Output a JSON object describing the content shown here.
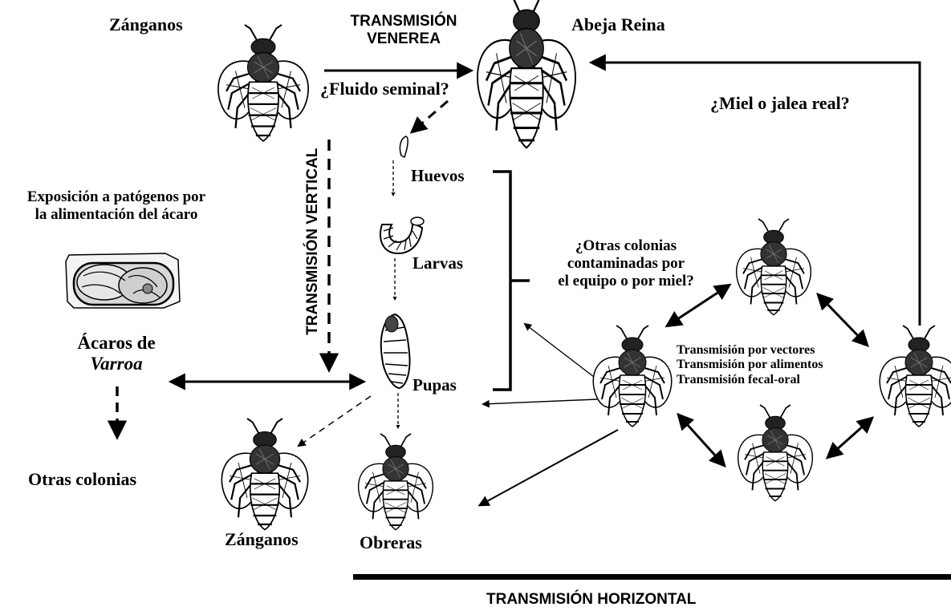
{
  "labels": {
    "drones_top": "Zánganos",
    "transmission_venereal_l1": "TRANSMISIÓN",
    "transmission_venereal_l2": "VENEREA",
    "queen": "Abeja Reina",
    "seminal_fluid": "¿Fluido seminal?",
    "honey_royal_jelly": "¿Miel o jalea real?",
    "vertical_transmission": "TRANSMISIÓN VERTICAL",
    "eggs": "Huevos",
    "larvae": "Larvas",
    "pupae": "Pupas",
    "mite_exposure_l1": "Exposición a patógenos por",
    "mite_exposure_l2": "la alimentación del ácaro",
    "varroa_l1": "Ácaros de",
    "varroa_l2": "Varroa",
    "other_colonies": "Otras colonias",
    "other_colonies_question_l1": "¿Otras colonias",
    "other_colonies_question_l2": "contaminadas  por",
    "other_colonies_question_l3": "el equipo o por miel?",
    "route_vectors": "Transmisión  por vectores",
    "route_food": "Transmisión  por alimentos",
    "route_fecal_oral": "Transmisión  fecal-oral",
    "drones_bottom": "Zánganos",
    "workers": "Obreras",
    "horizontal_transmission": "TRANSMISIÓN HORIZONTAL"
  },
  "icons": {
    "drone": "drone-bee-icon",
    "queen": "queen-bee-icon",
    "worker": "worker-bee-icon",
    "egg": "egg-icon",
    "larva": "larva-icon",
    "pupa": "pupa-icon",
    "mite": "varroa-mite-cell-icon"
  },
  "colors": {
    "ink": "#000000",
    "background": "#ffffff"
  }
}
